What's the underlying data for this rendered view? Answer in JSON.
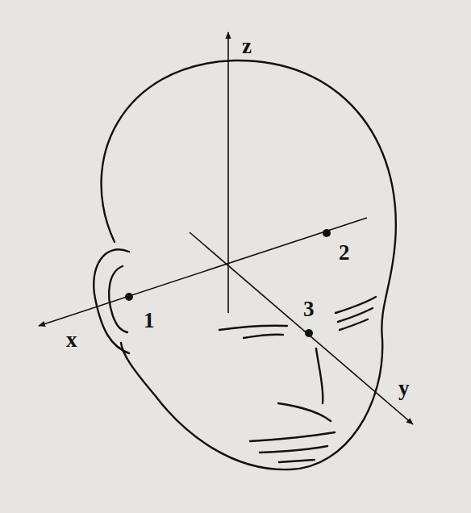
{
  "diagram": {
    "labels": [
      "z",
      "x",
      "y",
      "1",
      "2",
      "3"
    ]
  }
}
